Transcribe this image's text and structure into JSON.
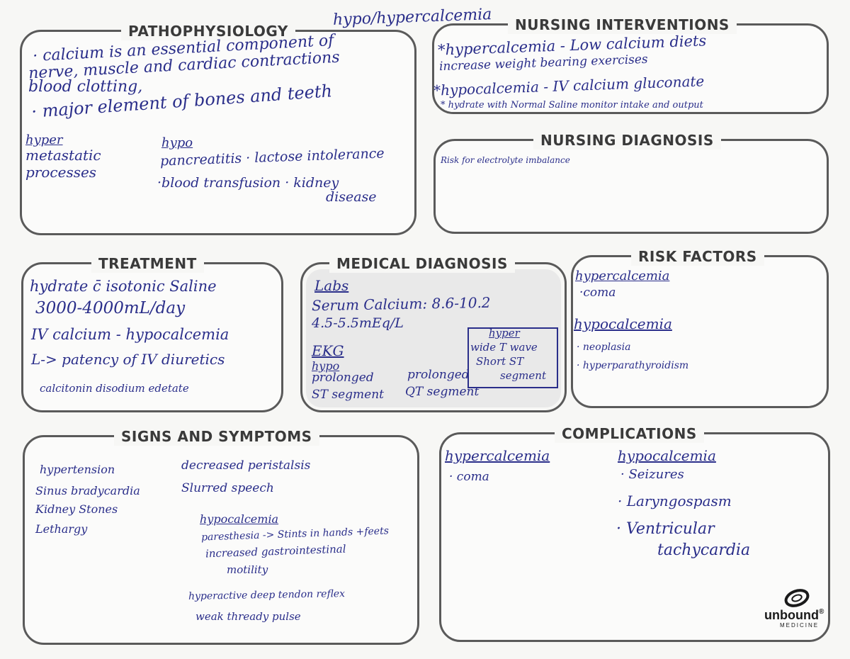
{
  "header": {
    "page_title": "hypo/hypercalcemia"
  },
  "pathophysiology": {
    "title": "PATHOPHYSIOLOGY",
    "lines": [
      "· calcium is an essential component of",
      "nerve, muscle and cardiac contractions",
      "blood clotting,",
      "· major element of bones and teeth"
    ],
    "hyper_label": "hyper",
    "hyper_items": [
      "metastatic",
      "processes"
    ],
    "hypo_label": "hypo",
    "hypo_items": [
      "pancreatitis  · lactose intolerance",
      "·blood transfusion · kidney",
      "disease"
    ]
  },
  "nursing_interventions": {
    "title": "NURSING INTERVENTIONS",
    "lines": [
      "*hypercalcemia - Low calcium diets",
      "increase weight bearing exercises",
      "*hypocalcemia - IV calcium gluconate",
      "* hydrate with Normal Saline   monitor intake and output"
    ]
  },
  "nursing_diagnosis": {
    "title": "NURSING DIAGNOSIS",
    "text": "Risk for electrolyte imbalance"
  },
  "treatment": {
    "title": "TREATMENT",
    "lines": [
      "hydrate c̄ isotonic Saline",
      "3000-4000mL/day",
      "IV calcium - hypocalcemia",
      "L-> patency of IV diuretics",
      "calcitonin disodium edetate"
    ]
  },
  "medical_diagnosis": {
    "title": "MEDICAL DIAGNOSIS",
    "labs_label": "Labs",
    "labs_lines": [
      "Serum Calcium: 8.6-10.2",
      "4.5-5.5mEq/L"
    ],
    "ekg_label": "EKG",
    "hypo_label": "hypo",
    "hypo_lines": [
      "prolonged",
      "ST segment"
    ],
    "prolonged_qt": [
      "prolonged",
      "QT segment"
    ],
    "hyper_box": [
      "hyper",
      "wide T wave",
      "Short ST",
      "segment"
    ]
  },
  "risk_factors": {
    "title": "RISK FACTORS",
    "hyper_label": "hypercalcemia",
    "hyper_items": [
      "·coma"
    ],
    "hypo_label": "hypocalcemia",
    "hypo_items": [
      "· neoplasia",
      "· hyperparathyroidism"
    ]
  },
  "signs_symptoms": {
    "title": "SIGNS AND SYMPTOMS",
    "col1": [
      "hypertension",
      "Sinus bradycardia",
      "Kidney Stones",
      "Lethargy"
    ],
    "col2": [
      "decreased peristalsis",
      "Slurred speech"
    ],
    "hypo_label": "hypocalcemia",
    "hypo_lines": [
      "paresthesia -> Stints in hands +feets",
      "increased gastrointestinal",
      "motility"
    ],
    "bottom_lines": [
      "hyperactive deep tendon reflex",
      "weak thready pulse"
    ]
  },
  "complications": {
    "title": "COMPLICATIONS",
    "hyper_label": "hypercalcemia",
    "hyper_items": [
      "· coma"
    ],
    "hypo_label": "hypocalcemia",
    "hypo_items": [
      "· Seizures",
      "· Laryngospasm",
      "· Ventricular",
      "tachycardia"
    ]
  },
  "brand": {
    "name": "unbound",
    "reg": "®",
    "sub": "MEDICINE"
  },
  "colors": {
    "ink": "#2a2e8a",
    "border": "#5a5a5a",
    "heading": "#3a3a3a"
  }
}
